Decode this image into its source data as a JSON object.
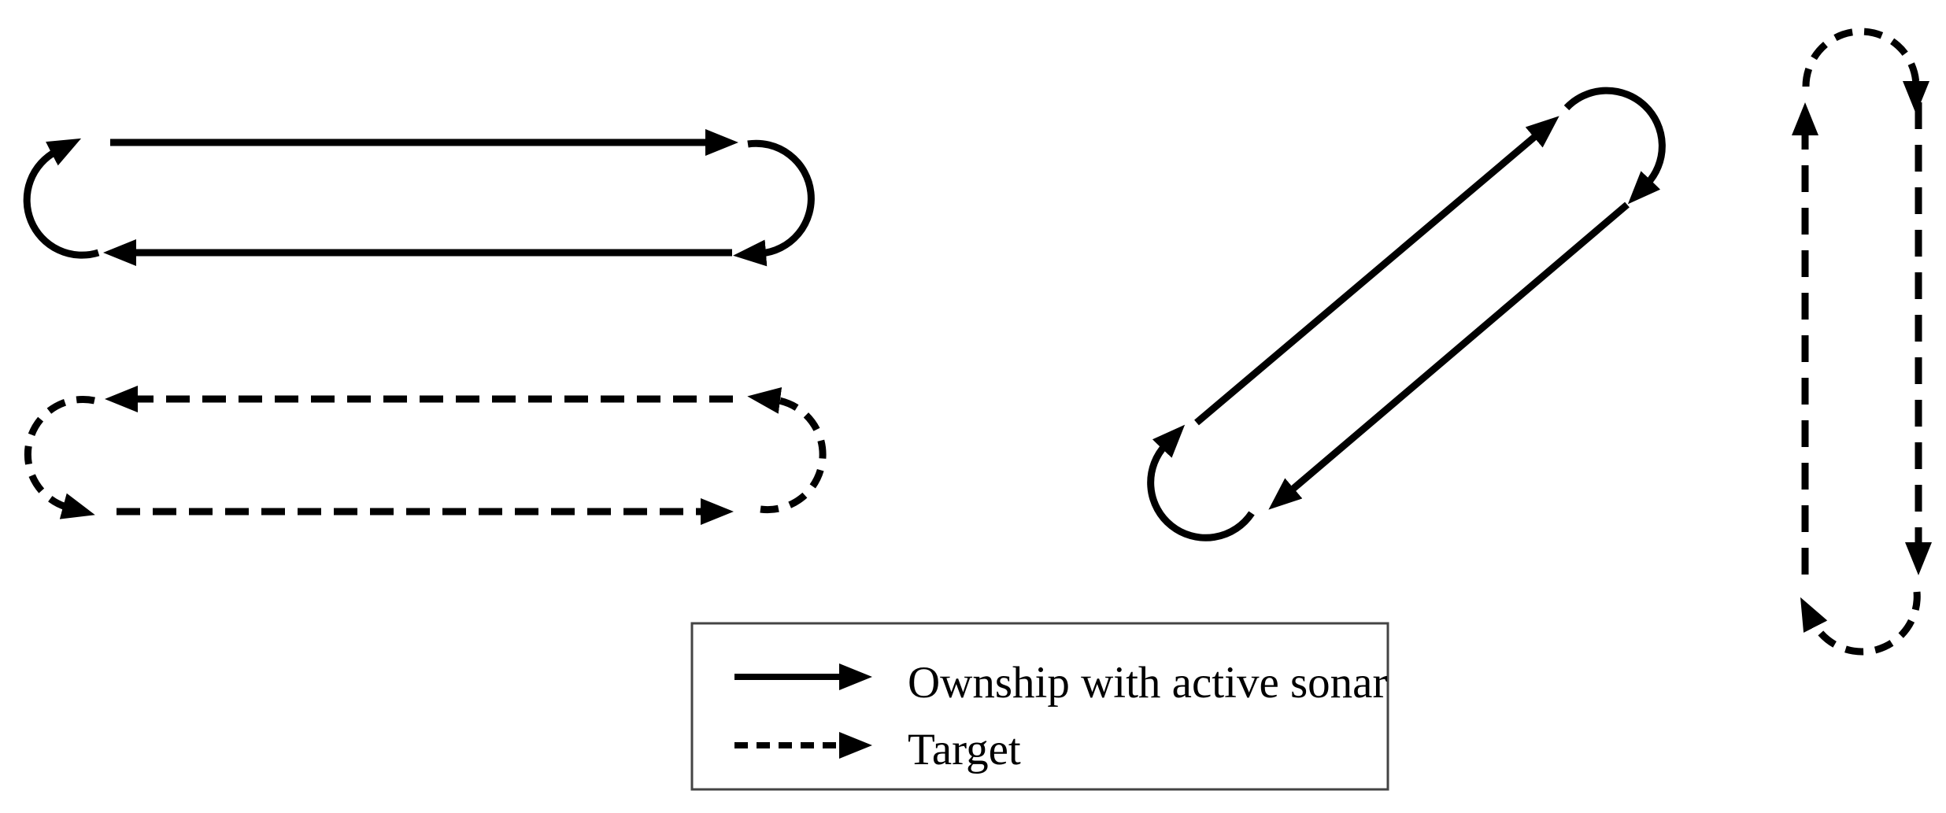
{
  "canvas": {
    "background_color": "#ffffff",
    "ink_color": "#000000"
  },
  "legend": {
    "border_color": "#444444",
    "items": [
      {
        "label": "Ownship with active sonar",
        "line_style": "solid",
        "symbol": "solid-arrow-right-icon"
      },
      {
        "label": "Target",
        "line_style": "dashed",
        "symbol": "dashed-arrow-right-icon"
      }
    ]
  },
  "tracks": [
    {
      "name": "ownship-horizontal-racetrack",
      "entity": "ownship",
      "line_style": "solid",
      "orientation": "horizontal",
      "flow": "clockwise"
    },
    {
      "name": "target-horizontal-racetrack",
      "entity": "target",
      "line_style": "dashed",
      "orientation": "horizontal",
      "flow": "counterclockwise"
    },
    {
      "name": "ownship-diagonal-racetrack",
      "entity": "ownship",
      "line_style": "solid",
      "orientation": "diagonal",
      "flow": "clockwise"
    },
    {
      "name": "target-vertical-racetrack",
      "entity": "target",
      "line_style": "dashed",
      "orientation": "vertical",
      "flow": "clockwise"
    }
  ]
}
